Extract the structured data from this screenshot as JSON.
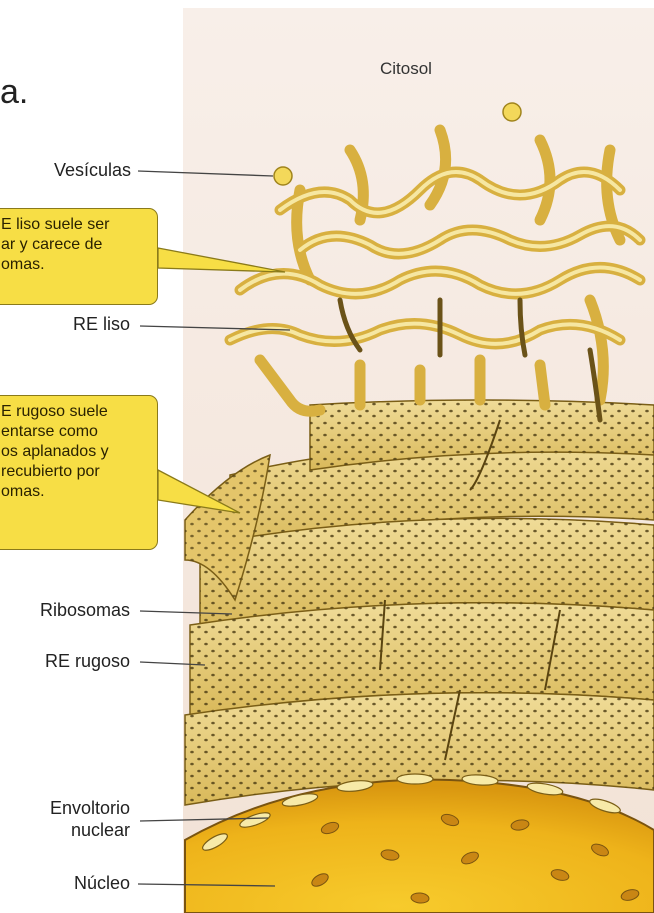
{
  "title_fragment": "a.",
  "labels": {
    "citosol": "Citosol",
    "vesiculas": "Vesículas",
    "re_liso": "RE liso",
    "ribosomas": "Ribosomas",
    "re_rugoso": "RE rugoso",
    "envoltorio_line1": "Envoltorio",
    "envoltorio_line2": "nuclear",
    "nucleo": "Núcleo"
  },
  "callouts": {
    "smooth": [
      "E liso suele ser",
      "ar y carece de",
      "omas."
    ],
    "rough": [
      "E rugoso suele",
      "entarse como",
      "os aplanados y",
      "recubierto por",
      "omas."
    ]
  },
  "colors": {
    "callout_fill": "#f7de45",
    "membrane": "#e8c85a",
    "membrane_dark": "#8b6a1a",
    "nucleus": "#f2b81a",
    "background_panel": "#f7ece6"
  }
}
